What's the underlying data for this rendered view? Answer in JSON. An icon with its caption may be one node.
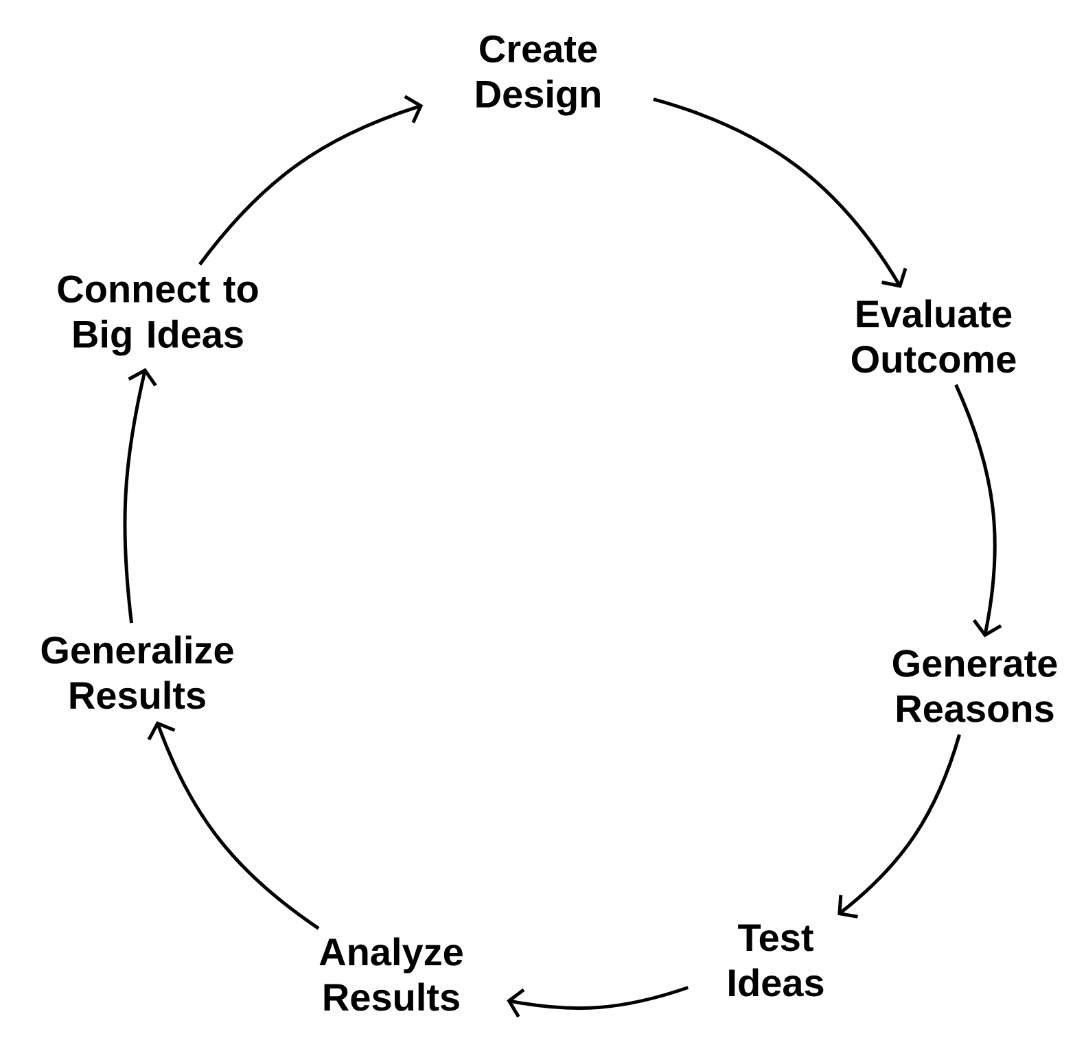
{
  "diagram": {
    "nodes": [
      {
        "text": [
          "Create Design"
        ]
      },
      {
        "text": [
          "Evaluate Outcome"
        ]
      },
      {
        "text": [
          "Generate Reasons"
        ]
      },
      {
        "text": [
          "Test Ideas"
        ]
      },
      {
        "text": [
          "Analyze Results"
        ]
      },
      {
        "text": [
          "Generalize Results"
        ]
      },
      {
        "text": [
          "Connect to Big Ideas"
        ]
      }
    ],
    "edges": [
      {
        "from": 0,
        "to": 1,
        "arrow": "to"
      },
      {
        "from": 1,
        "to": 2,
        "arrow": "to"
      },
      {
        "from": 2,
        "to": 3,
        "arrow": "to"
      },
      {
        "from": 3,
        "to": 4,
        "arrow": "to"
      },
      {
        "from": 4,
        "to": 5,
        "arrow": "to"
      },
      {
        "from": 5,
        "to": 6,
        "arrow": "to"
      },
      {
        "from": 6,
        "to": 0,
        "arrow": "to"
      }
    ]
  }
}
